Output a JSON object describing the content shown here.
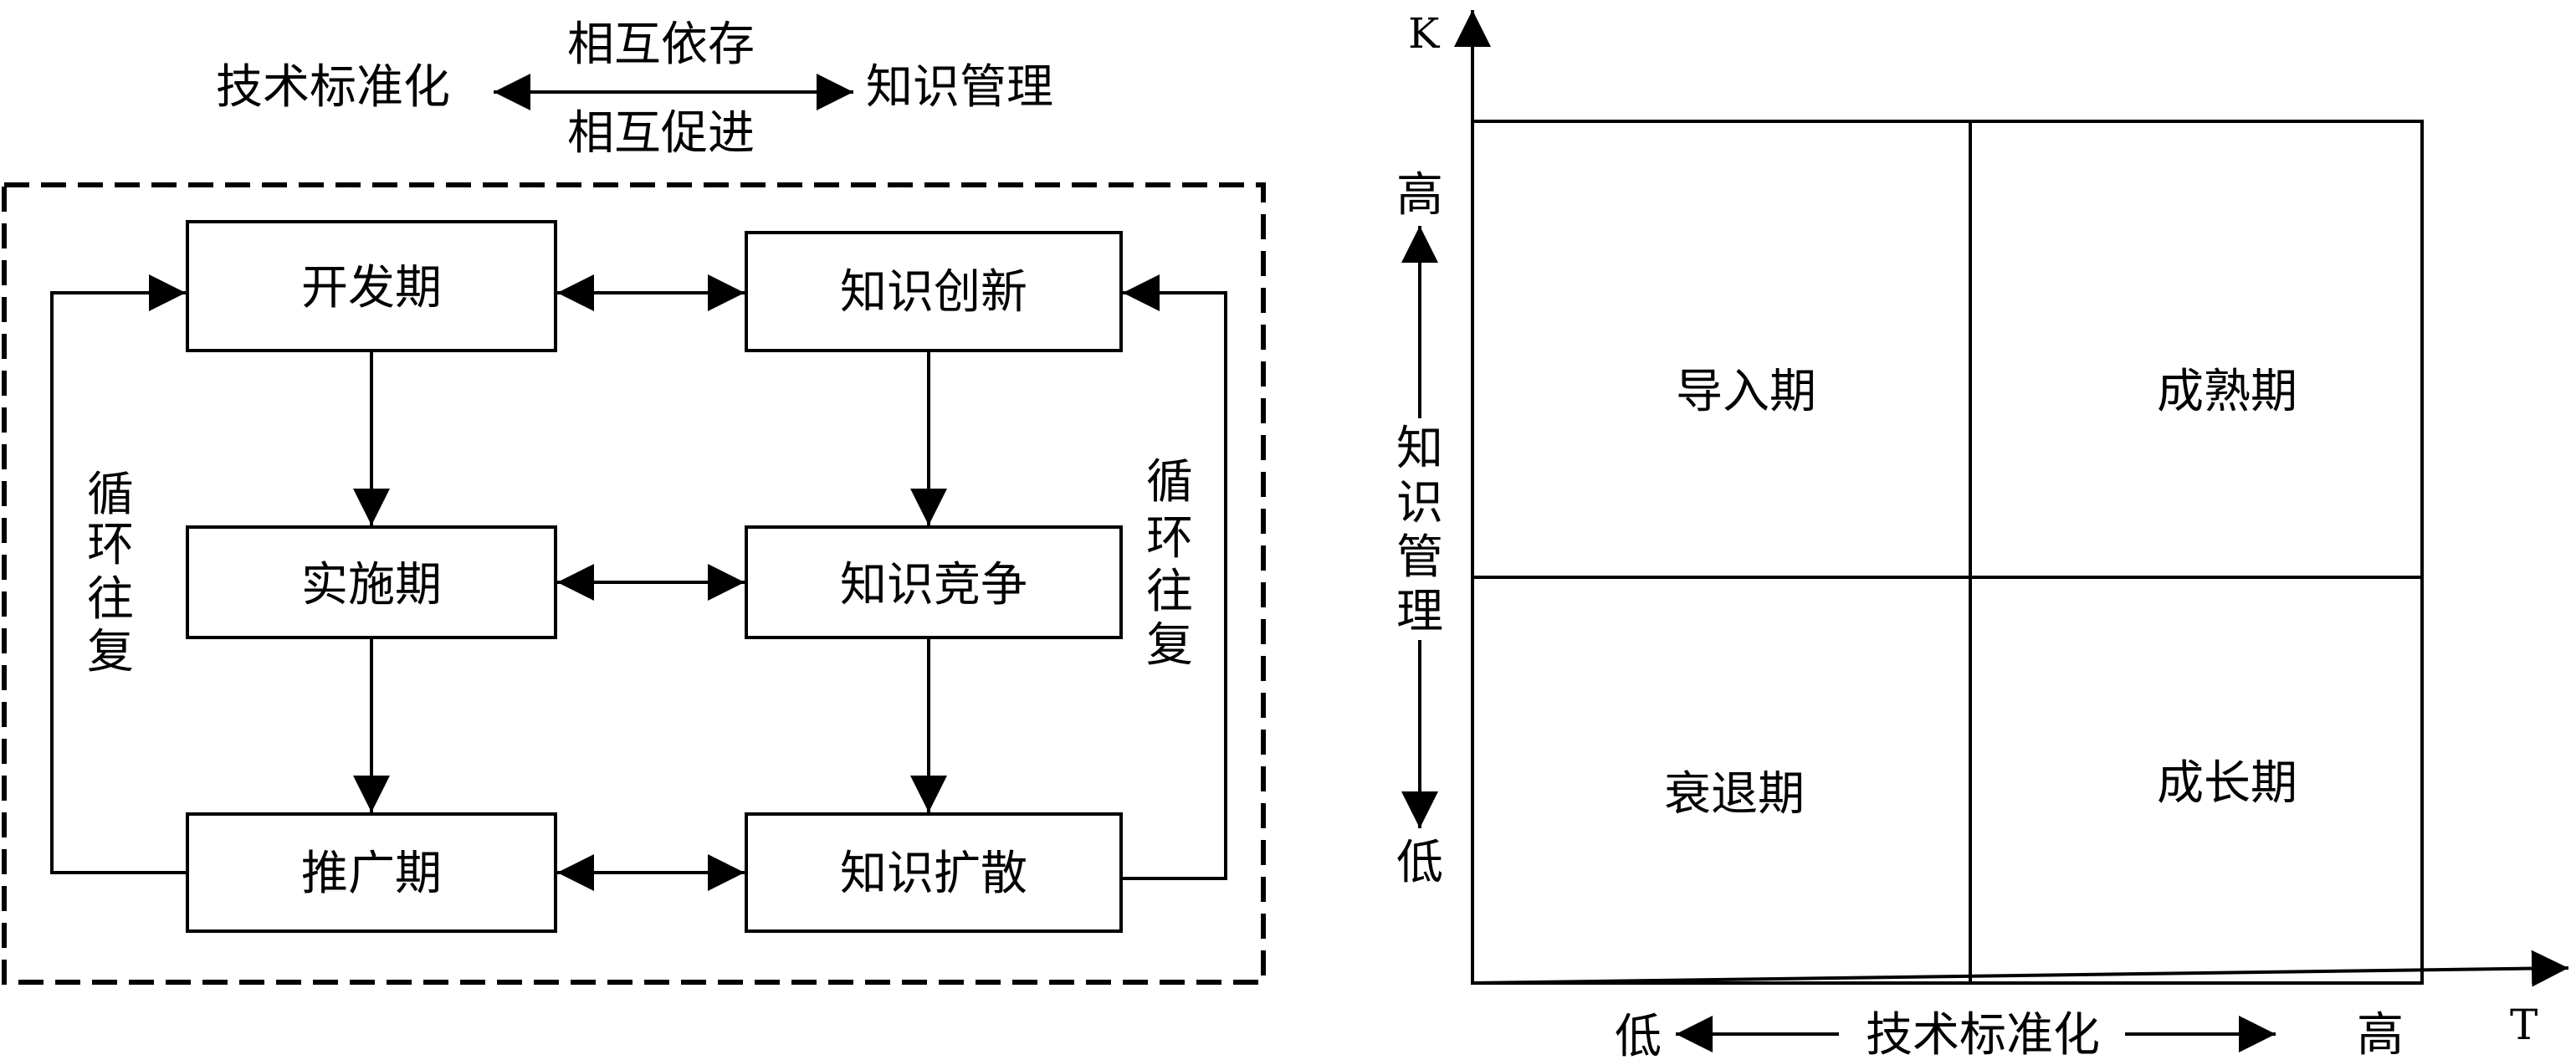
{
  "top_relation": {
    "left": "技术标准化",
    "right": "知识管理",
    "above": "相互依存",
    "below": "相互促进"
  },
  "flow": {
    "left_column": [
      "开发期",
      "实施期",
      "推广期"
    ],
    "right_column": [
      "知识创新",
      "知识竞争",
      "知识扩散"
    ],
    "left_loop_label": [
      "循",
      "环",
      "往",
      "复"
    ],
    "right_loop_label": [
      "循",
      "环",
      "往",
      "复"
    ]
  },
  "matrix": {
    "y_axis_letter": "K",
    "x_axis_letter": "T",
    "y_high": "高",
    "y_low": "低",
    "y_label": [
      "知",
      "识",
      "管",
      "理"
    ],
    "x_low": "低",
    "x_high": "高",
    "x_label": "技术标准化",
    "quadrants": {
      "top_left": "导入期",
      "top_right": "成熟期",
      "bottom_left": "衰退期",
      "bottom_right": "成长期"
    }
  }
}
